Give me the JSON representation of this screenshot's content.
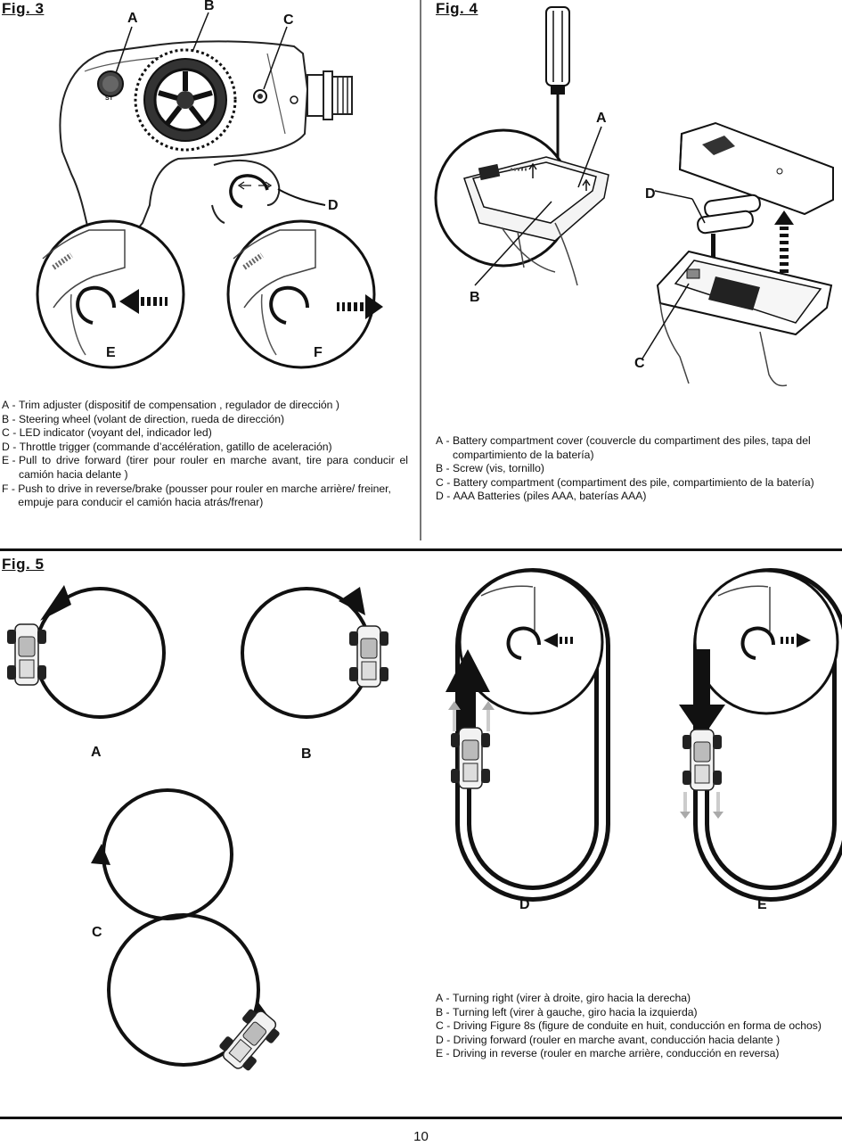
{
  "page_number": "10",
  "fig3": {
    "title": "Fig. 3",
    "callouts": {
      "a": "A",
      "b": "B",
      "c": "C",
      "d": "D",
      "e": "E",
      "f": "F"
    },
    "st_label": "ST",
    "legend": [
      {
        "key": "A",
        "text": "Trim adjuster (dispositif de compensation , regulador de dirección )"
      },
      {
        "key": "B",
        "text": "Steering wheel (volant de direction, rueda de dirección)"
      },
      {
        "key": "C",
        "text": "LED indicator (voyant del, indicador led)"
      },
      {
        "key": "D",
        "text": "Throttle trigger (commande d’accélération, gatillo de aceleración)"
      },
      {
        "key": "E",
        "text": "Pull to drive forward (tirer pour rouler en marche avant, tire para conducir el camión hacia delante )"
      },
      {
        "key": "F",
        "text": "Push to drive in reverse/brake (pousser pour rouler en marche arrière/ freiner, empuje para conducir el camión hacia atrás/frenar)"
      }
    ]
  },
  "fig4": {
    "title": "Fig. 4",
    "callouts": {
      "a": "A",
      "b": "B",
      "c": "C",
      "d": "D"
    },
    "legend": [
      {
        "key": "A",
        "text": "Battery compartment cover (couvercle du compartiment des piles, tapa del compartimiento de la batería)"
      },
      {
        "key": "B",
        "text": "Screw (vis, tornillo)"
      },
      {
        "key": "C",
        "text": "Battery compartment (compartiment des pile, compartimiento de la batería)"
      },
      {
        "key": "D",
        "text": "AAA Batteries (piles AAA, baterías AAA)"
      }
    ]
  },
  "fig5": {
    "title": "Fig. 5",
    "callouts": {
      "a": "A",
      "b": "B",
      "c": "C",
      "d": "D",
      "e": "E"
    },
    "legend": [
      {
        "key": "A",
        "text": "Turning right (virer à droite, giro hacia la derecha)"
      },
      {
        "key": "B",
        "text": "Turning left (virer à gauche, giro hacia la izquierda)"
      },
      {
        "key": "C",
        "text": "Driving Figure 8s (figure de conduite en huit, conducción en forma de ochos)"
      },
      {
        "key": "D",
        "text": "Driving forward (rouler en marche avant, conducción hacia delante )"
      },
      {
        "key": "E",
        "text": "Driving in reverse (rouler en marche arrière, conducción en reversa)"
      }
    ]
  }
}
